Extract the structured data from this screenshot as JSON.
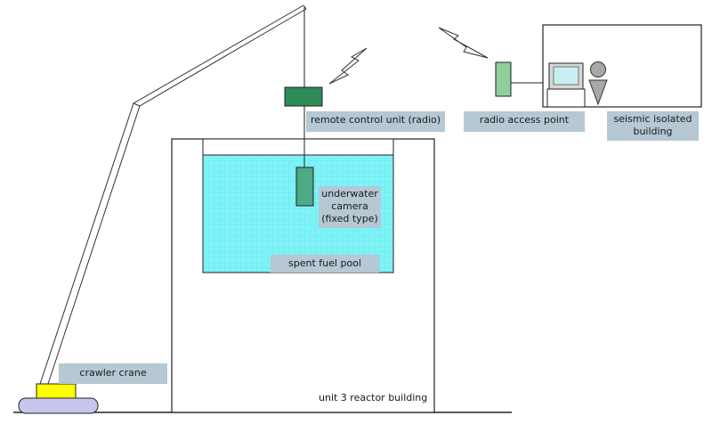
{
  "labels": {
    "remote_control_unit": "remote control unit (radio)",
    "radio_access_point": "radio access point",
    "seismic_building": "seismic isolated building",
    "underwater_camera": "underwater camera (fixed type)",
    "spent_fuel_pool": "spent fuel pool",
    "crawler_crane": "crawler crane",
    "reactor_building": "unit 3 reactor building"
  },
  "colors": {
    "label_background": "#b5c8d3",
    "pool_water": "#7ff3f7",
    "remote_unit": "#2e8b57",
    "camera": "#4daa86",
    "access_point": "#8fcf9e",
    "crane_cab": "#ffff00",
    "crawler_track": "#c6c6ee",
    "monitor_screen": "#c8f0f4",
    "signal_icon_fill": "#ffffff"
  },
  "icons": [
    "radio-signal-icon",
    "computer-monitor-icon",
    "person-icon"
  ]
}
